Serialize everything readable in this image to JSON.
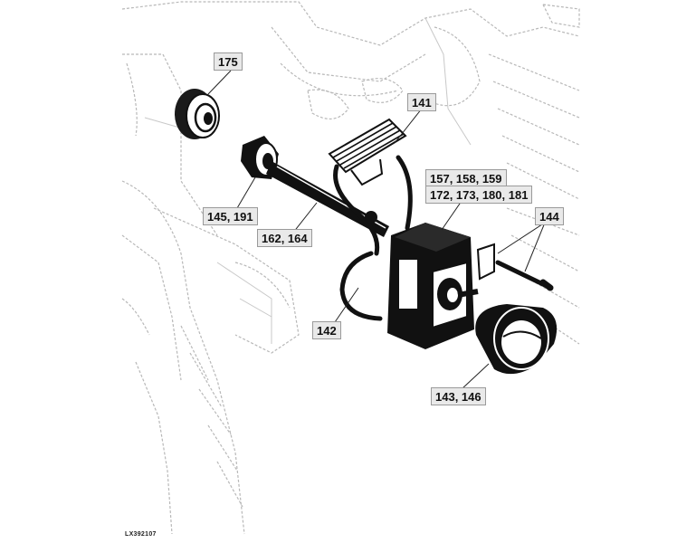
{
  "callouts": {
    "c175": "175",
    "c141": "141",
    "c157_159": "157, 158, 159",
    "c172_181": "172, 173, 180, 181",
    "c144": "144",
    "c145_191": "145, 191",
    "c162_164": "162, 164",
    "c142": "142",
    "c143_146": "143, 146"
  },
  "figure_id": "LX392107",
  "colors": {
    "ghost_outline": "#b5b5b5",
    "part_fill": "#111111",
    "callout_fill": "#e9e9e9"
  }
}
